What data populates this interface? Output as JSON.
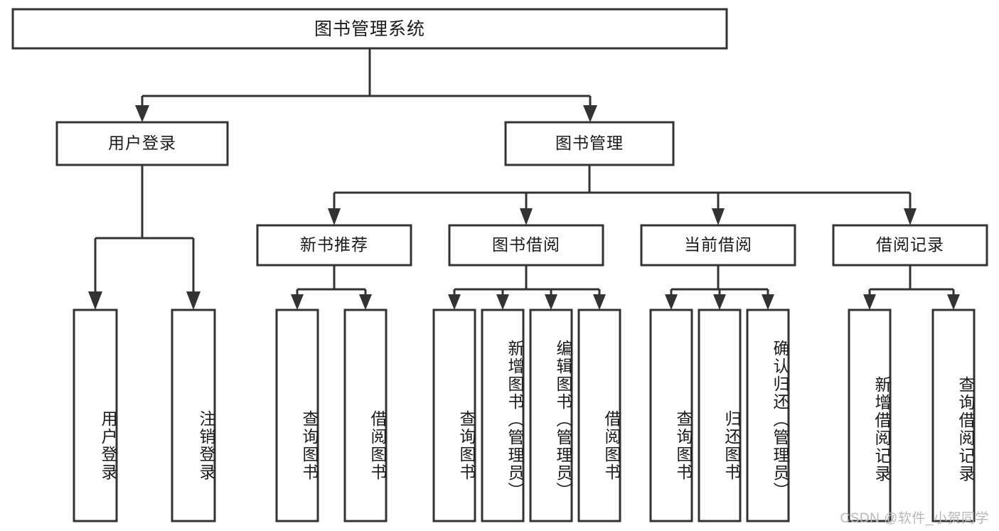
{
  "diagram": {
    "type": "tree-hierarchy",
    "title": "图书管理系统",
    "watermark": "CSDN @软件_小贺同学",
    "colors": {
      "box_stroke": "#333333",
      "box_fill": "#ffffff",
      "text": "#1a1a1a",
      "background": "#ffffff",
      "watermark": "#b8b8b8"
    },
    "nodes": {
      "root": {
        "label": "图书管理系统",
        "level": 1
      },
      "l2": [
        {
          "id": "user-login",
          "label": "用户登录",
          "level": 2
        },
        {
          "id": "book-manage",
          "label": "图书管理",
          "level": 2
        }
      ],
      "l3": [
        {
          "id": "new-book-recommend",
          "label": "新书推荐",
          "level": 3,
          "parent": "book-manage"
        },
        {
          "id": "book-borrow",
          "label": "图书借阅",
          "level": 3,
          "parent": "book-manage"
        },
        {
          "id": "current-borrow",
          "label": "当前借阅",
          "level": 3,
          "parent": "book-manage"
        },
        {
          "id": "borrow-record",
          "label": "借阅记录",
          "level": 3,
          "parent": "book-manage"
        }
      ],
      "leaves": [
        {
          "id": "leaf-user-login",
          "label": "用户登录",
          "parent": "user-login"
        },
        {
          "id": "leaf-user-logout",
          "label": "注销登录",
          "parent": "user-login"
        },
        {
          "id": "leaf-query-book-1",
          "label": "查询图书",
          "parent": "new-book-recommend"
        },
        {
          "id": "leaf-borrow-book-1",
          "label": "借阅图书",
          "parent": "new-book-recommend"
        },
        {
          "id": "leaf-query-book-2",
          "label": "查询图书",
          "parent": "book-borrow"
        },
        {
          "id": "leaf-add-book",
          "label": "新增图书（管理员）",
          "parent": "book-borrow"
        },
        {
          "id": "leaf-edit-book",
          "label": "编辑图书（管理员）",
          "parent": "book-borrow"
        },
        {
          "id": "leaf-borrow-book-2",
          "label": "借阅图书",
          "parent": "book-borrow"
        },
        {
          "id": "leaf-query-book-3",
          "label": "查询图书",
          "parent": "current-borrow"
        },
        {
          "id": "leaf-return-book",
          "label": "归还图书",
          "parent": "current-borrow"
        },
        {
          "id": "leaf-confirm-return",
          "label": "确认归还（管理员）",
          "parent": "current-borrow"
        },
        {
          "id": "leaf-add-record",
          "label": "新增借阅记录",
          "parent": "borrow-record"
        },
        {
          "id": "leaf-query-record",
          "label": "查询借阅记录",
          "parent": "borrow-record"
        }
      ]
    }
  }
}
